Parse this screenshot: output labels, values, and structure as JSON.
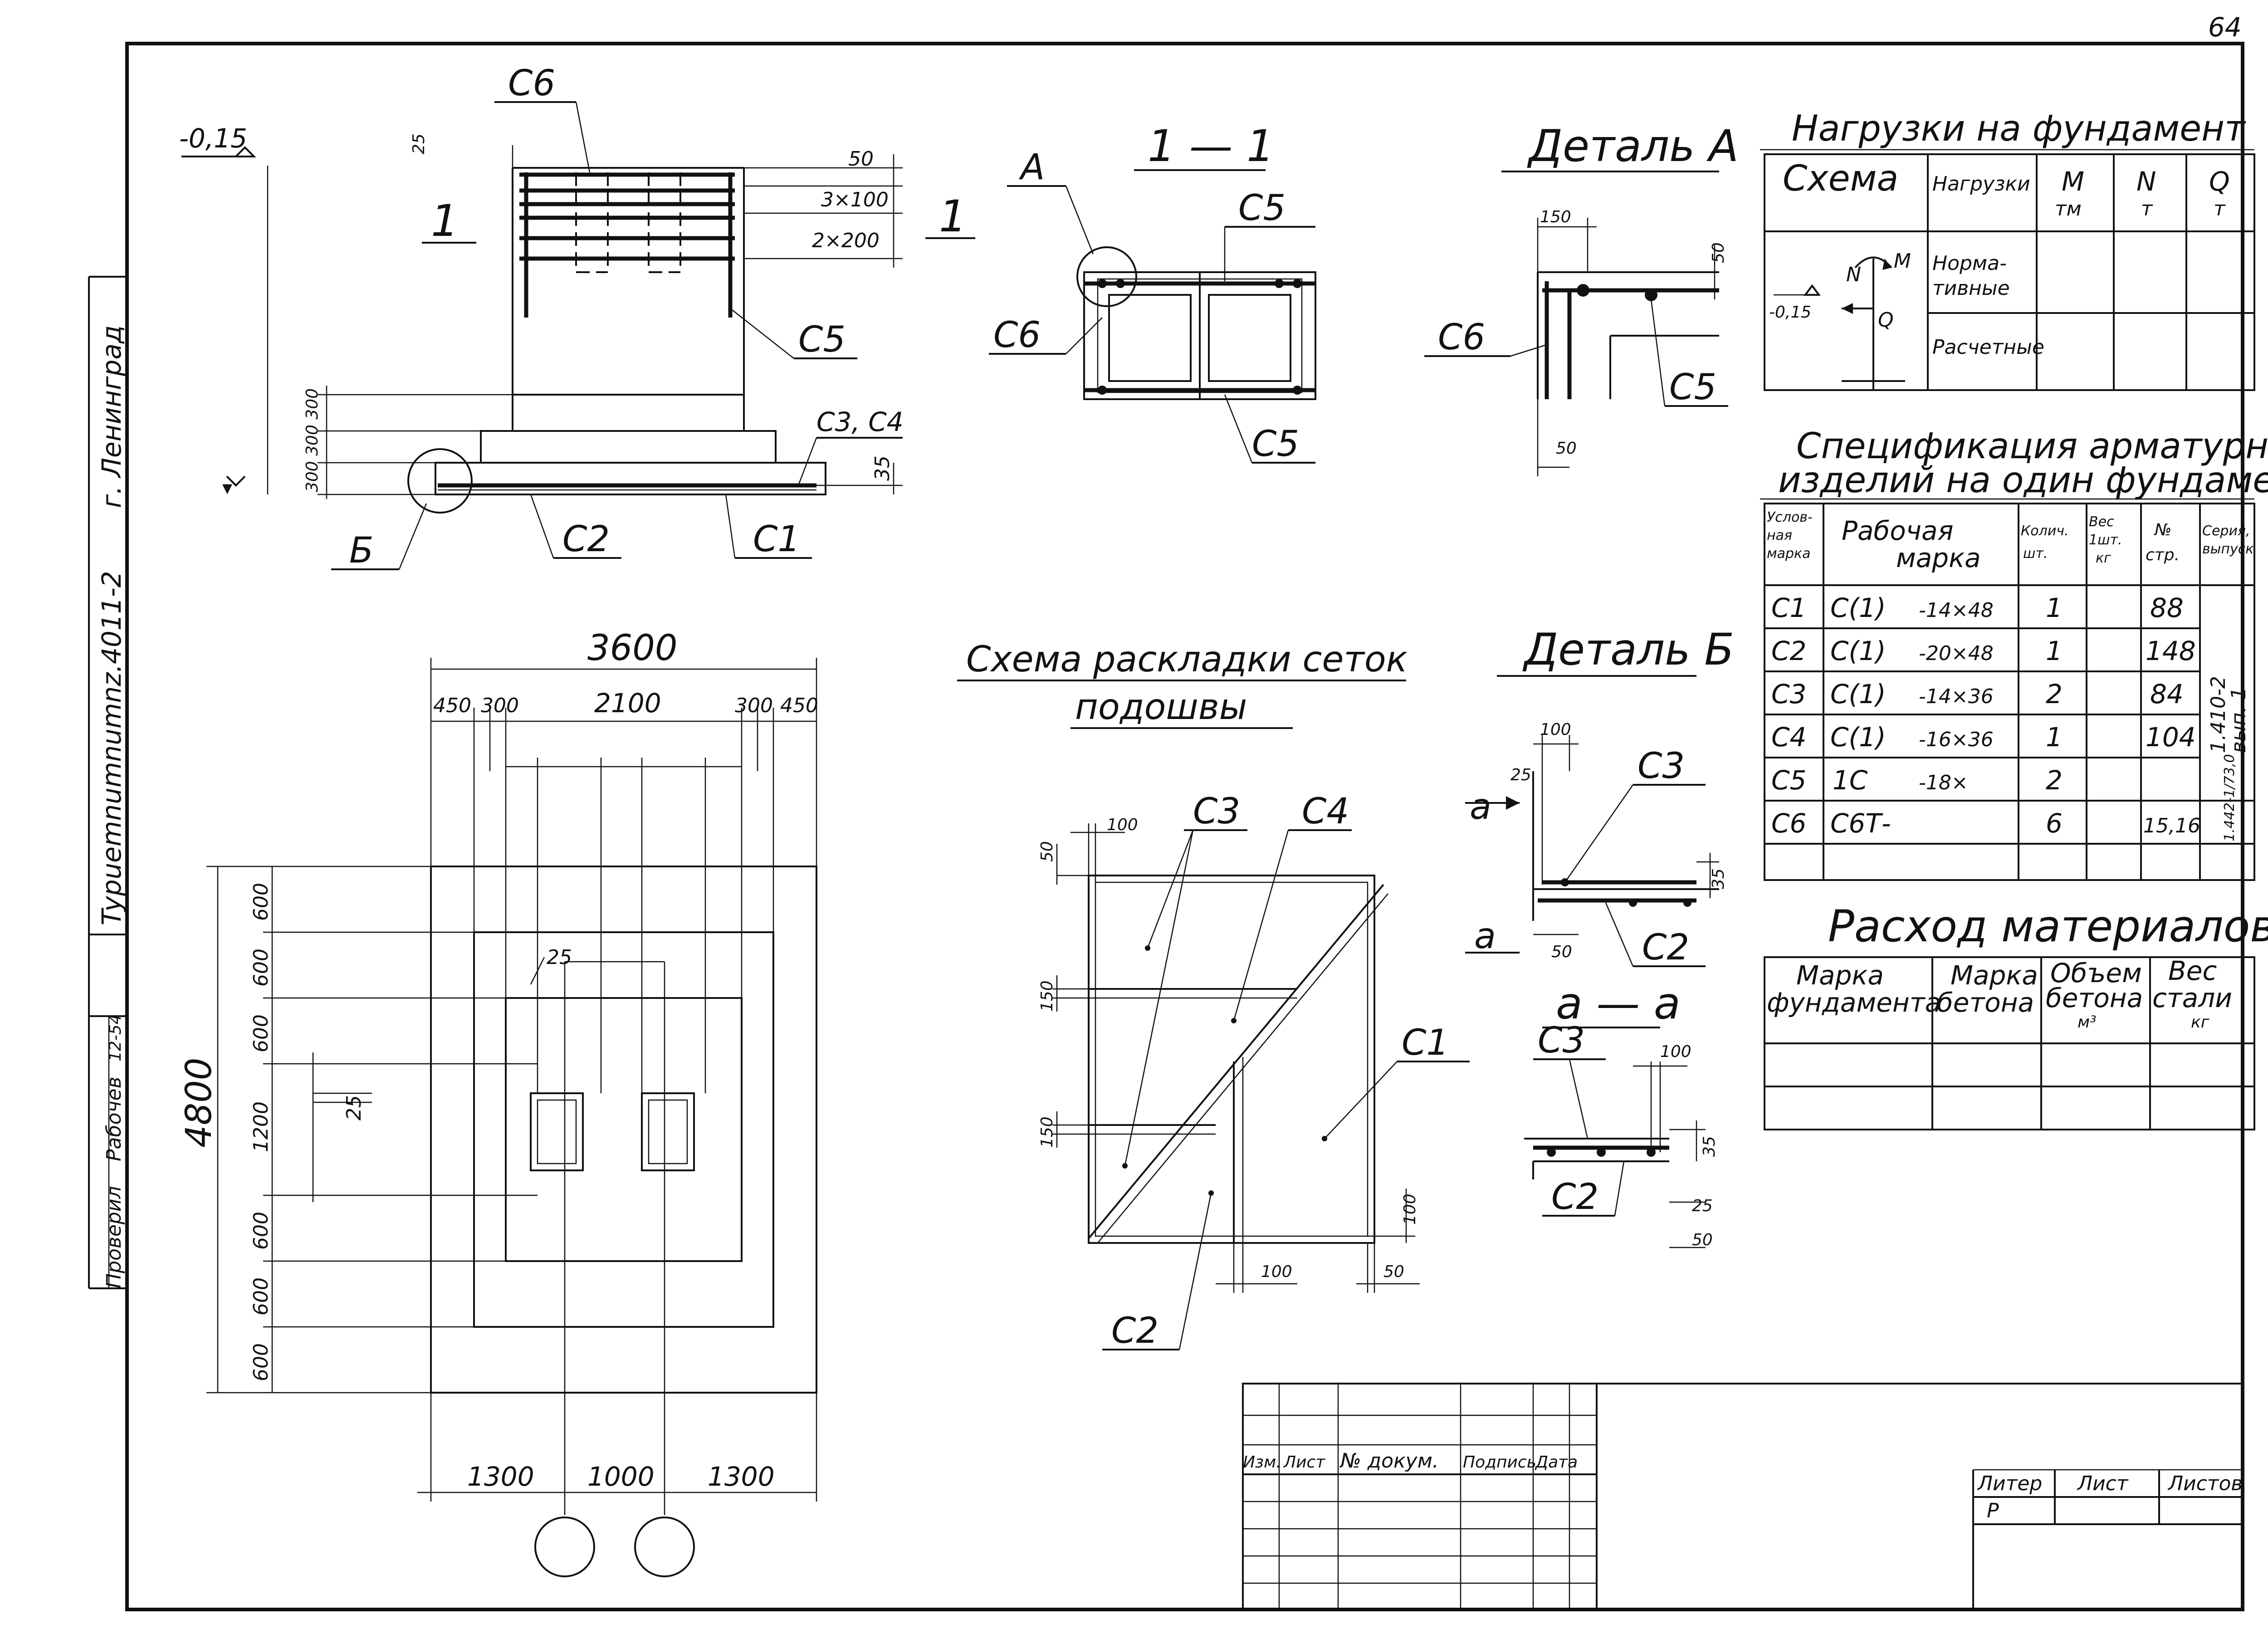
{
  "sheet_number": "64",
  "margin": {
    "city": "г. Ленинград",
    "series_code": "Typuemnumnumnz.4011-2",
    "role_checked": "Проверил",
    "role_worker": "Рабочев",
    "stamp_text": "12-54"
  },
  "section1": {
    "cut_mark_left": "1",
    "cut_mark_right": "1",
    "level": "-0,15",
    "dim_top": "25",
    "dim_50": "50",
    "dim_3x100": "3×100",
    "dim_2x200": "2×200",
    "steps": "300 300 300",
    "dim_35": "35",
    "labels": {
      "c6": "С6",
      "c5": "С5",
      "c3c4": "С3, С4",
      "c2": "С2",
      "c1": "С1",
      "b": "Б"
    }
  },
  "plan": {
    "total_width": "3600",
    "dims_top": [
      "450",
      "300",
      "2100",
      "300",
      "450"
    ],
    "dims_left": [
      "600",
      "600",
      "600",
      "1200",
      "600",
      "600",
      "600"
    ],
    "total_height": "4800",
    "dims_bottom": [
      "1300",
      "1000",
      "1300"
    ],
    "dim_25a": "25",
    "dim_25b": "25"
  },
  "view11": {
    "title": "1 — 1",
    "labels": {
      "a": "А",
      "c5_top": "С5",
      "c6": "С6",
      "c5_bottom": "С5"
    }
  },
  "detailA": {
    "title": "Деталь А",
    "dim_150": "150",
    "dim_50_side": "50",
    "dim_50_bottom": "50",
    "labels": {
      "c6": "С6",
      "c5": "С5"
    }
  },
  "layout": {
    "title_l1": "Схема раскладки сеток",
    "title_l2": "подошвы",
    "dim_100": "100",
    "dim_50": "50",
    "dim_150a": "150",
    "dim_150b": "150",
    "dim_100_bottom": "100",
    "dim_50_bottom": "50",
    "dim_100_right": "100",
    "labels": {
      "c3": "С3",
      "c4": "С4",
      "c1": "С1",
      "c2": "С2"
    }
  },
  "detailB": {
    "title": "Деталь Б",
    "dim_100": "100",
    "dim_25": "25",
    "dim_35": "35",
    "dim_50": "50",
    "cut": "а",
    "labels": {
      "c3": "С3",
      "c2": "С2"
    }
  },
  "sectionAA": {
    "title": "а — а",
    "dim_100": "100",
    "dim_35": "35",
    "dim_25": "25",
    "dim_50": "50",
    "labels": {
      "c3": "С3",
      "c2": "С2"
    }
  },
  "loads": {
    "title": "Нагрузки на фундамент",
    "headers": [
      "Схема",
      "Нагрузки",
      "M",
      "N",
      "Q"
    ],
    "units": [
      "тм",
      "т",
      "т"
    ],
    "rows": [
      "Норма-",
      "тивные",
      "Расчетные"
    ],
    "schema": {
      "m": "M",
      "n": "N",
      "q": "Q",
      "level": "-0,15"
    }
  },
  "spec": {
    "title_l1": "Спецификация арматурных",
    "title_l2": "изделий на один фундамент",
    "headers": {
      "mark": [
        "Услов-",
        "ная",
        "марка"
      ],
      "work": [
        "Рабочая",
        "марка"
      ],
      "qty": [
        "Колич.",
        "шт."
      ],
      "weight": [
        "Вес",
        "1шт.",
        "кг"
      ],
      "page": [
        "№",
        "стр."
      ],
      "series": [
        "Серия,",
        "выпуск"
      ]
    },
    "rows": [
      {
        "mark": "С1",
        "type": "С(1)",
        "dims": "-14×48",
        "qty": "1",
        "page": "88"
      },
      {
        "mark": "С2",
        "type": "С(1)",
        "dims": "-20×48",
        "qty": "1",
        "page": "148"
      },
      {
        "mark": "С3",
        "type": "С(1)",
        "dims": "-14×36",
        "qty": "2",
        "page": "84"
      },
      {
        "mark": "С4",
        "type": "С(1)",
        "dims": "-16×36",
        "qty": "1",
        "page": "104"
      },
      {
        "mark": "С5",
        "type": "1С",
        "dims": "-18×",
        "qty": "2",
        "page": ""
      },
      {
        "mark": "С6",
        "type": "С6Т-",
        "dims": "",
        "qty": "6",
        "page": "15,16"
      }
    ],
    "series_1": "1.410-2",
    "series_1b": "вып. 1",
    "series_2": "1.442-1/73,0"
  },
  "materials": {
    "title": "Расход материалов",
    "headers": [
      [
        "Марка",
        "фундамента"
      ],
      [
        "Марка",
        "бетона"
      ],
      [
        "Объем",
        "бетона",
        "м³"
      ],
      [
        "Вес",
        "стали",
        "кг"
      ]
    ]
  },
  "title_block": {
    "columns": [
      "Изм.",
      "Лист",
      "№ докум.",
      "Подпись",
      "Дата"
    ],
    "stage_headers": [
      "Литер",
      "Лист",
      "Листов"
    ],
    "stage_value": "Р"
  }
}
